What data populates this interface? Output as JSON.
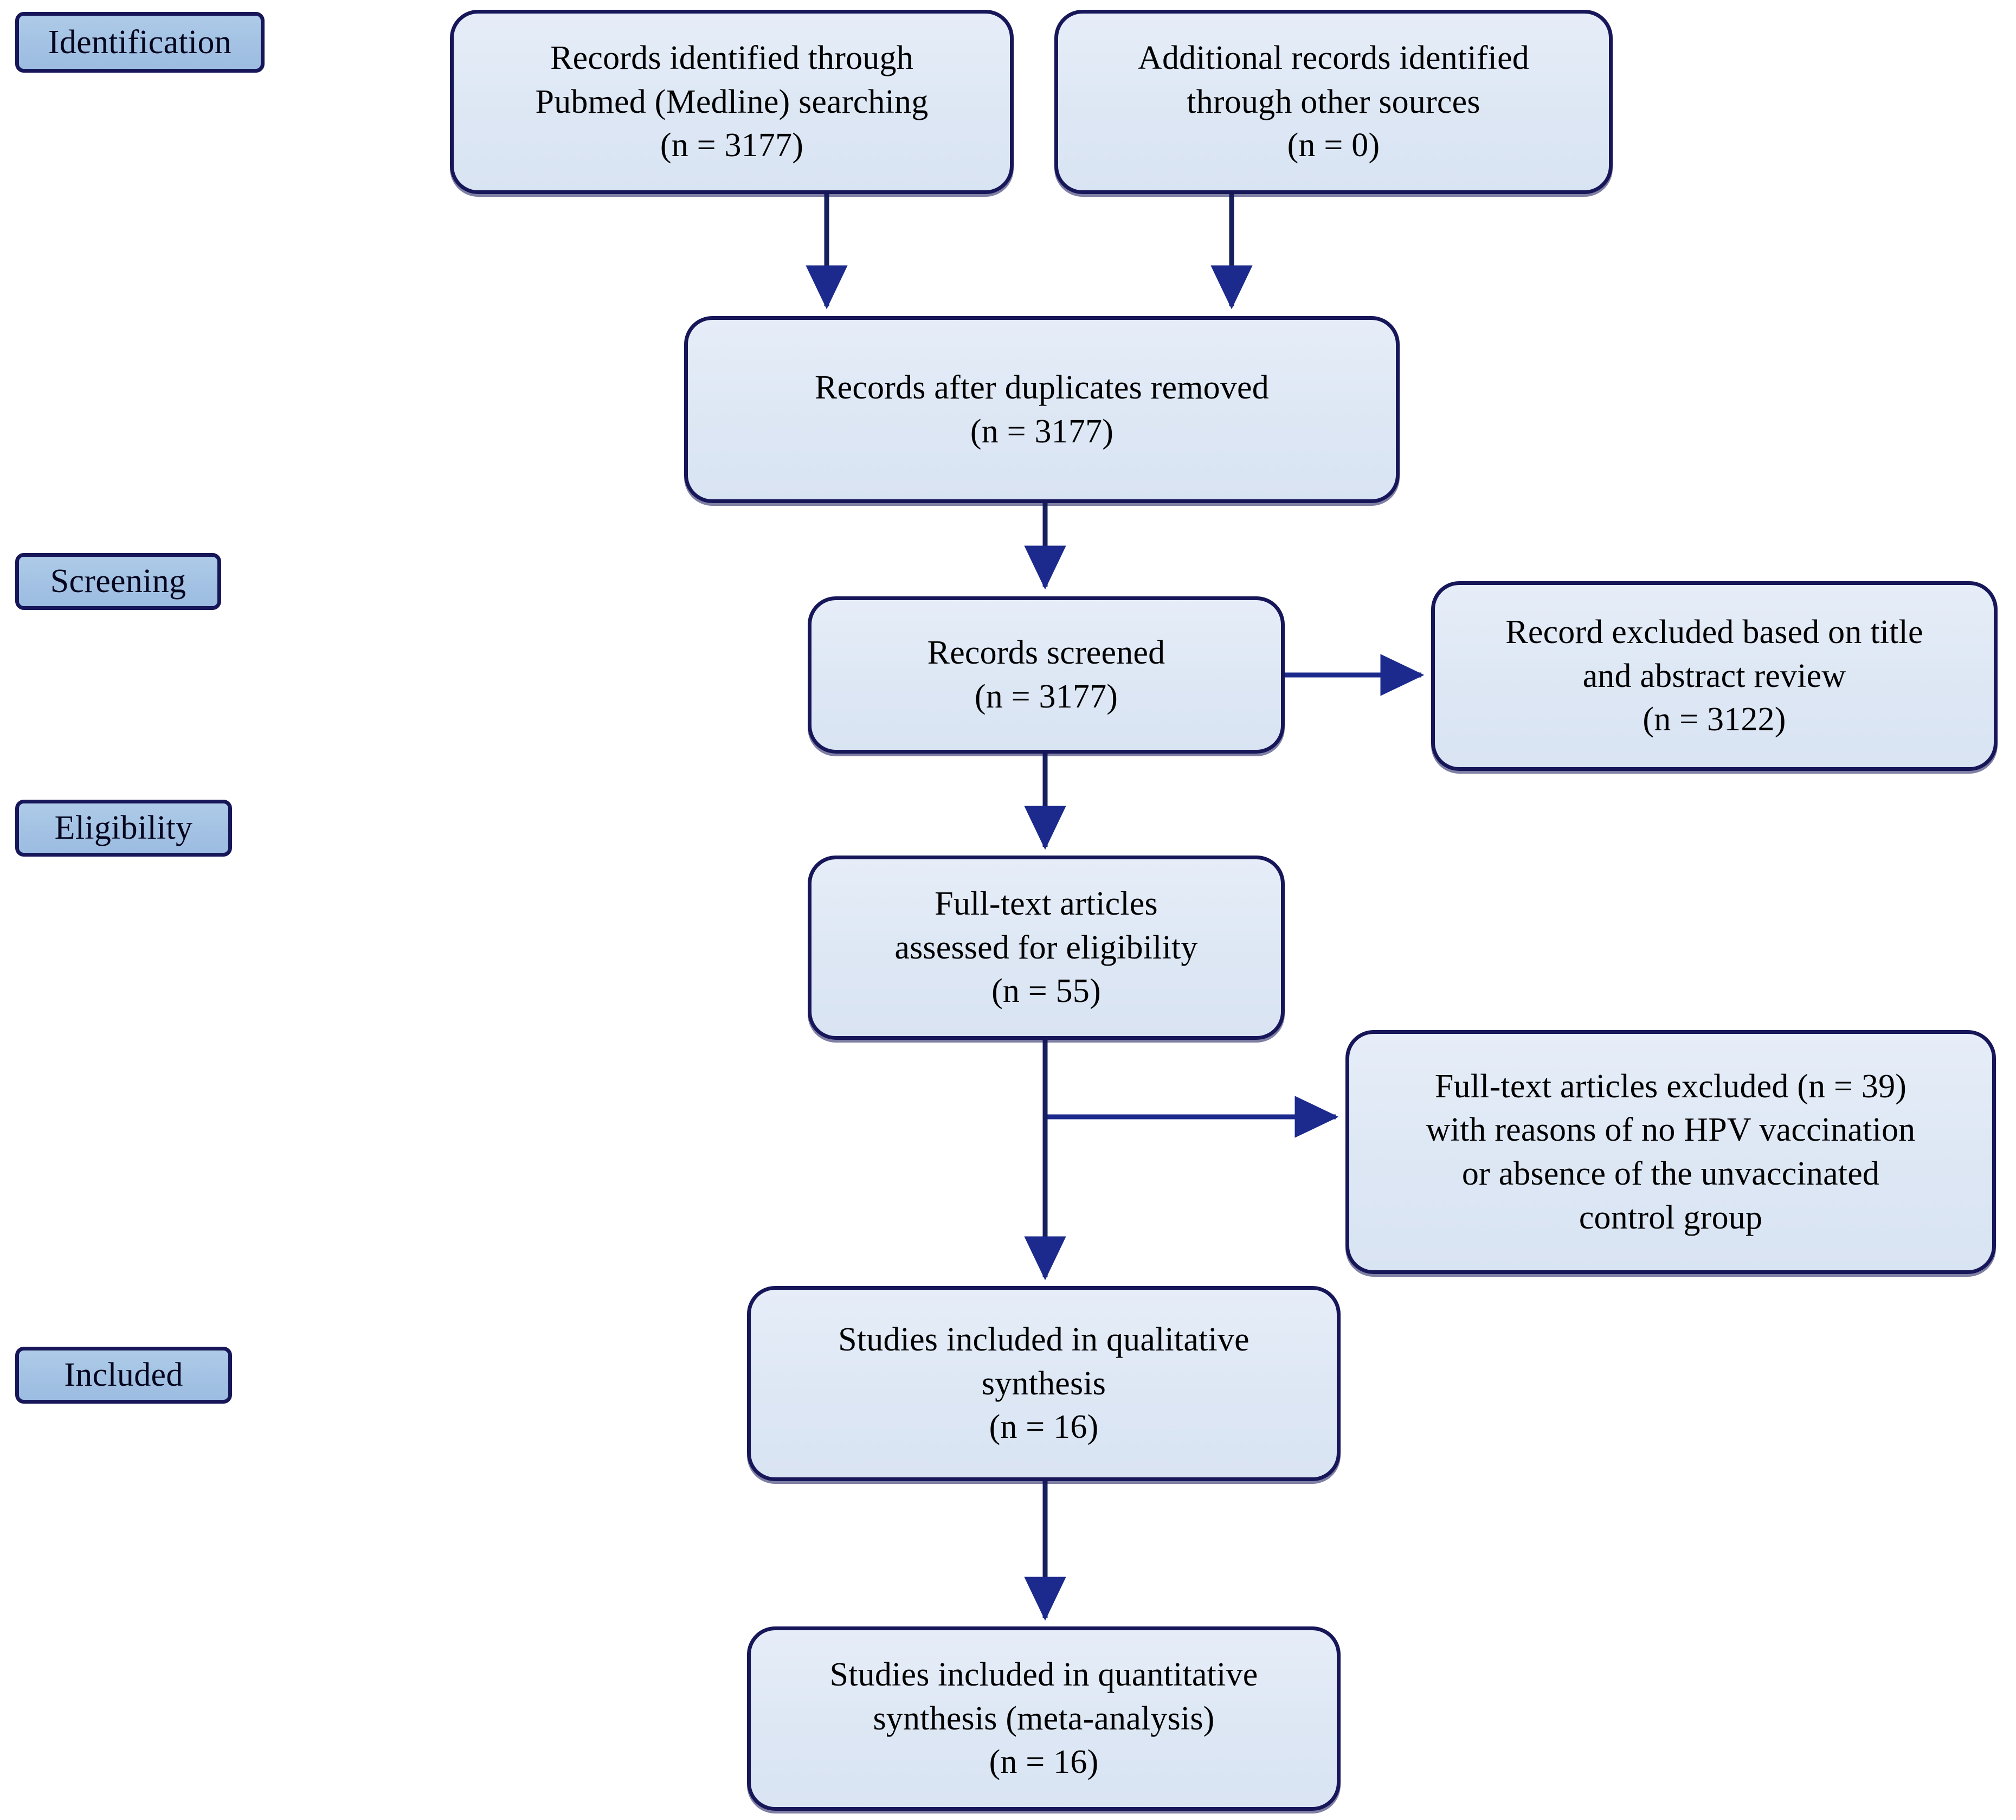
{
  "diagram": {
    "type": "prisma-flow-diagram",
    "colors": {
      "node_fill": "#dde7f4",
      "node_border": "#161659",
      "stage_fill": "#a2c1e3",
      "stage_border": "#161659",
      "arrow": "#1b2a8c",
      "background": "#ffffff",
      "text": "#000000"
    },
    "stages": [
      {
        "id": "identification",
        "label": "Identification"
      },
      {
        "id": "screening",
        "label": "Screening"
      },
      {
        "id": "eligibility",
        "label": "Eligibility"
      },
      {
        "id": "included",
        "label": "Included"
      }
    ],
    "nodes": [
      {
        "id": "pubmed",
        "stage": "identification",
        "text": "Records identified through\nPubmed (Medline) searching\n(n = 3177)",
        "count": 3177
      },
      {
        "id": "other-sources",
        "stage": "identification",
        "text": "Additional records identified\nthrough other sources\n(n = 0)",
        "count": 0
      },
      {
        "id": "duplicates-removed",
        "stage": "identification",
        "text": "Records after duplicates removed\n(n = 3177)",
        "count": 3177
      },
      {
        "id": "records-screened",
        "stage": "screening",
        "text": "Records screened\n(n = 3177)",
        "count": 3177
      },
      {
        "id": "records-excluded",
        "stage": "screening",
        "text": "Record excluded based on title\nand abstract review\n(n = 3122)",
        "count": 3122
      },
      {
        "id": "fulltext-assessed",
        "stage": "eligibility",
        "text": "Full-text articles\nassessed for eligibility\n(n = 55)",
        "count": 55
      },
      {
        "id": "fulltext-excluded",
        "stage": "eligibility",
        "text": "Full-text articles excluded (n = 39)\nwith reasons of no HPV vaccination\nor absence of the unvaccinated\ncontrol group",
        "count": 39
      },
      {
        "id": "qualitative-synthesis",
        "stage": "included",
        "text": "Studies included in qualitative\nsynthesis\n(n = 16)",
        "count": 16
      },
      {
        "id": "quantitative-synthesis",
        "stage": "included",
        "text": "Studies included in quantitative\nsynthesis (meta-analysis)\n(n = 16)",
        "count": 16
      }
    ],
    "edges": [
      {
        "from": "pubmed",
        "to": "duplicates-removed",
        "direction": "down"
      },
      {
        "from": "other-sources",
        "to": "duplicates-removed",
        "direction": "down"
      },
      {
        "from": "duplicates-removed",
        "to": "records-screened",
        "direction": "down"
      },
      {
        "from": "records-screened",
        "to": "records-excluded",
        "direction": "right"
      },
      {
        "from": "records-screened",
        "to": "fulltext-assessed",
        "direction": "down"
      },
      {
        "from": "fulltext-assessed",
        "to": "fulltext-excluded",
        "direction": "right-elbow"
      },
      {
        "from": "fulltext-assessed",
        "to": "qualitative-synthesis",
        "direction": "down"
      },
      {
        "from": "qualitative-synthesis",
        "to": "quantitative-synthesis",
        "direction": "down"
      }
    ]
  }
}
